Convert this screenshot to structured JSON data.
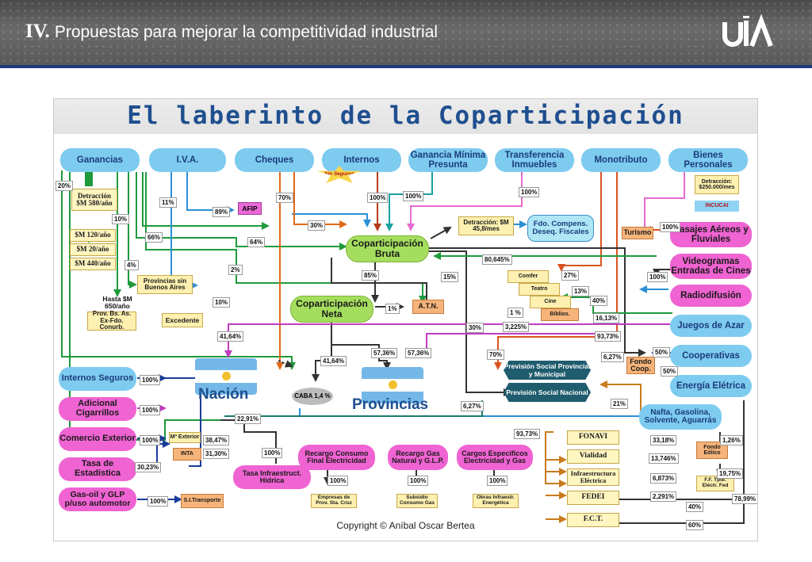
{
  "header": {
    "roman": "IV.",
    "title": "Propuestas para mejorar la competitividad industrial",
    "logo_text": "UIA"
  },
  "diagram": {
    "title": "El laberinto de la Coparticipación",
    "copyright": "Copyright © Aníbal Oscar Bertea",
    "sources": {
      "ganancias": "Ganancias",
      "iva": "I.V.A.",
      "cheques": "Cheques",
      "internos": "Internos",
      "sin_seguros": "Sin Seguros",
      "ganancia_minima": "Ganancia Mínima Presunta",
      "transferencia": "Transferencia Inmuebles",
      "monotributo": "Monotributo",
      "bienes": "Bienes Personales"
    },
    "boxes": {
      "detraccion_580": "Detracción $M 580/año",
      "sm120": "$M 120/año",
      "sm20": "$M 20/año",
      "sm440": "$M 440/año",
      "hasta": "Hasta $M 650/año",
      "provincias_sin": "Provincias sin Buenos Aires",
      "prov_bs": "Prov. Bs. As. Ex-Fdo. Conurb.",
      "excedente": "Excedente",
      "afip": "AFIP",
      "detraccion_458": "Detracción: $M 45,8/mes",
      "fdo_compens": "Fdo. Compens. Deseq. Fiscales",
      "detraccion_250": "Detracción: $250.000/mes",
      "incucai": "INCUCAI",
      "turismo": "Turismo",
      "atn": "A.T.N.",
      "comfer": "Comfer",
      "teatro": "Teatro",
      "cine": "Cine",
      "biblios": "Biblios.",
      "fondo_coop": "Fondo Coop.",
      "caba": "CABA 1,4 %",
      "mexterior": "Mº Exterior",
      "inta": "INTA",
      "si_transporte": "S.I.Transporte",
      "fonavi": "FONAVI",
      "vialidad": "Vialidad",
      "infra_electrica": "Infraestructura Eléctrica",
      "fedei": "FEDEI",
      "fct": "F.C.T.",
      "fondo_eolico": "Fondo Eólico",
      "ff_tpte": "F.F. Tpte. Eléctr. Fed",
      "emp_prov": "Empresas de Prov. Sta. Cruz",
      "subsidio_gas": "Subsidio Consumo Gas",
      "obras_infra": "Obras Infraestr. Energética"
    },
    "green": {
      "cop_bruta": "Coparticipación Bruta",
      "cop_neta": "Coparticipación Neta"
    },
    "right": {
      "pasajes": "Pasajes Aéreos y Fluviales",
      "videogramas": "Videogramas Entradas de Cines",
      "radiodifusion": "Radiodifusión",
      "juegos": "Juegos de Azar",
      "cooperativas": "Cooperativas",
      "energia": "Energía Elétrica",
      "nafta": "Nafta, Gasolina, Solvente, Aguarrás"
    },
    "left": {
      "internos_seguros": "Internos Seguros",
      "adicional": "Adicional Cigarrillos",
      "comercio": "Comercio Exterior",
      "tasa": "Tasa de Estadística",
      "gasoil": "Gas-oil y GLP p/uso automotor"
    },
    "bottom": {
      "tasa_infra": "Tasa Infraestruct. Hídrica",
      "recargo_consumo": "Recargo Consumo Final Electricidad",
      "recargo_gas": "Recargo Gas Natural y G.L.P.",
      "cargos": "Cargos Específicos Electricidad y Gas"
    },
    "destinations": {
      "nacion": "Nación",
      "provincias": "Provincias",
      "prev_prov": "Previsión Social Provincial y Municipal",
      "prev_nac": "Previsión Social Nacional"
    },
    "percentages": {
      "p20": "20%",
      "p10": "10%",
      "p4": "4%",
      "p11": "11%",
      "p89": "89%",
      "p70a": "70%",
      "p30a": "30%",
      "p100int": "100%",
      "p100gmp": "100%",
      "p100ti": "100%",
      "p66": "66%",
      "p64": "64%",
      "p2": "2%",
      "p10b": "10%",
      "p85": "85%",
      "p15": "15%",
      "p1a": "1%",
      "p1b": "1 %",
      "p80645": "80,645%",
      "p27": "27%",
      "p13": "13%",
      "p40": "40%",
      "p3225": "3,225%",
      "p1613": "16,13%",
      "p30b": "30%",
      "p9373": "93,73%",
      "p4164a": "41,64%",
      "p4164b": "41,64%",
      "p5736a": "57,36%",
      "p5736b": "57,36%",
      "p70b": "70%",
      "p627a": "6,27%",
      "p627b": "6,27%",
      "p50a": "50%",
      "p50b": "50%",
      "p100tur": "100%",
      "p100vid": "100%",
      "p21": "21%",
      "p2291a": "22,91%",
      "p9373b": "93,73%",
      "p100is": "100%",
      "p100ac": "100%",
      "p100ce": "100%",
      "p3847": "38,47%",
      "p3130": "31,30%",
      "p3023": "30,23%",
      "p100go": "100%",
      "p100th": "100%",
      "p100rc": "100%",
      "p100rg": "100%",
      "p100ce2": "100%",
      "p3318": "33,18%",
      "p13746": "13,746%",
      "p6873": "6,873%",
      "p2291b": "2,291%",
      "p40b": "40%",
      "p60": "60%",
      "p126": "1,26%",
      "p1975": "19,75%",
      "p7899": "78,99%"
    }
  },
  "colors": {
    "header_bar": "#1c3a7c",
    "title": "#1f4f8f",
    "source_blue": "#7ecbf0",
    "source_pink": "#ef63d2",
    "green_box": "#a5de5e",
    "yellow_box": "#fdf0b0",
    "orange_box": "#f6b47a",
    "previsión": "#1f5c6e"
  }
}
